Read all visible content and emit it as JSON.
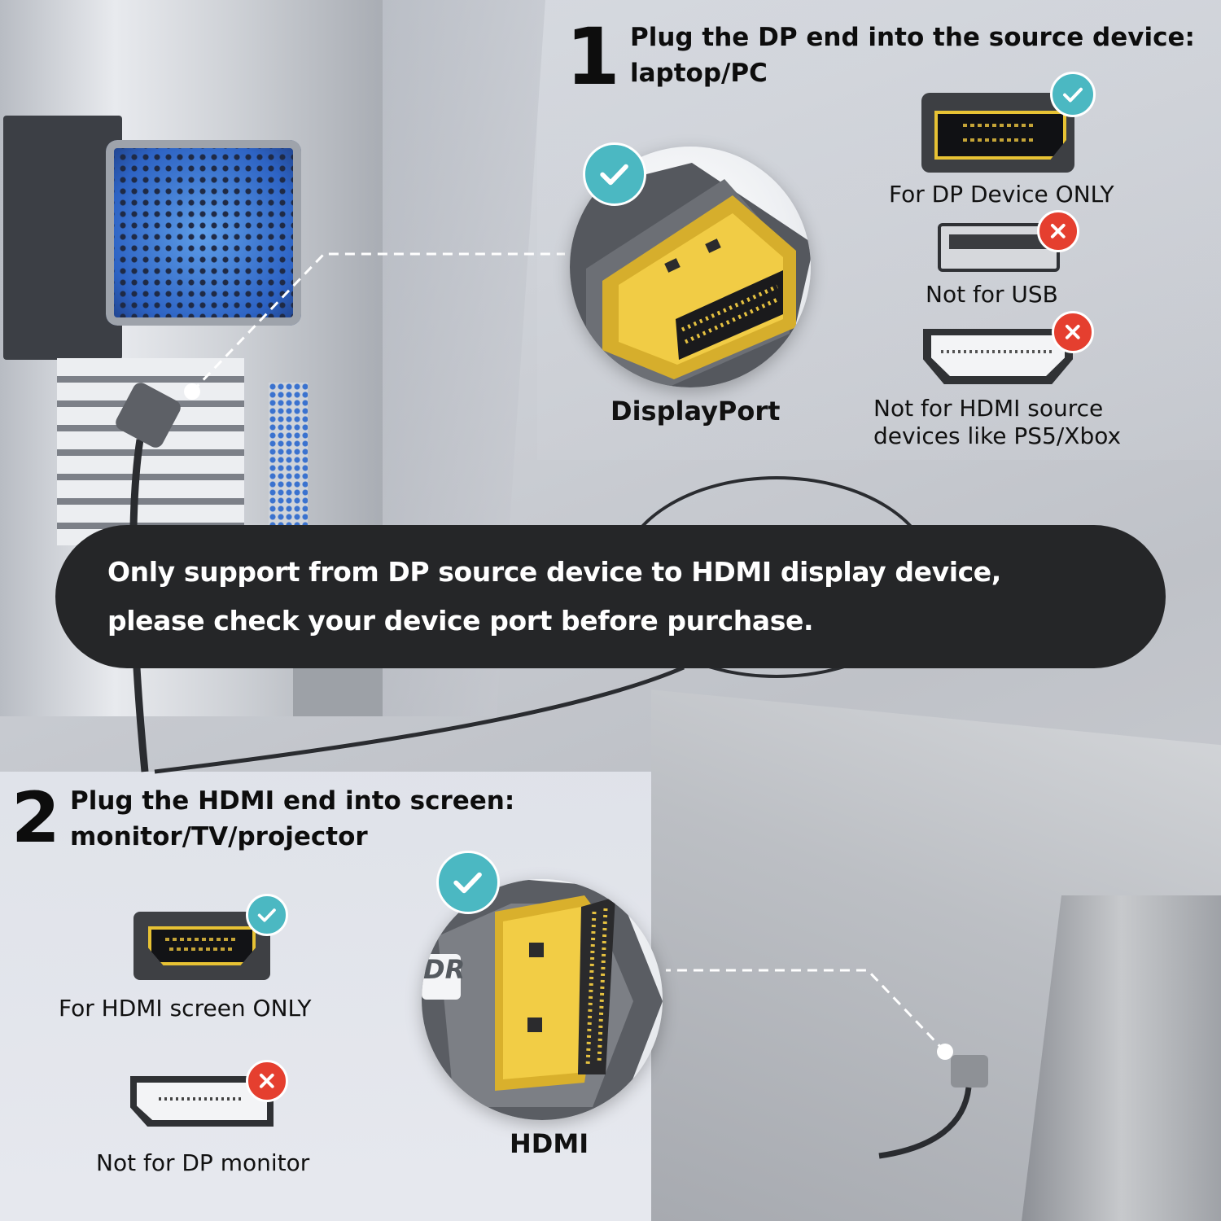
{
  "step1": {
    "number": "1",
    "title_line1": "Plug the DP end into the source device:",
    "title_line2": "laptop/PC"
  },
  "step2": {
    "number": "2",
    "title_line1": "Plug the HDMI end into screen:",
    "title_line2": "monitor/TV/projector"
  },
  "source_ports": [
    {
      "caption": "For DP Device ONLY",
      "status": "allowed",
      "icon": "displayport-port-icon"
    },
    {
      "caption": "Not for USB",
      "status": "not-allowed",
      "icon": "usb-port-icon"
    },
    {
      "caption_line1": "Not for HDMI source",
      "caption_line2": "devices like PS5/Xbox",
      "status": "not-allowed",
      "icon": "hdmi-port-icon"
    }
  ],
  "source_connector": {
    "label": "DisplayPort",
    "status": "allowed",
    "icon": "displayport-connector-icon"
  },
  "display_ports": [
    {
      "caption": "For HDMI screen ONLY",
      "status": "allowed",
      "icon": "hdmi-port-icon"
    },
    {
      "caption": "Not for DP monitor",
      "status": "not-allowed",
      "icon": "displayport-port-icon"
    }
  ],
  "display_connector": {
    "label": "HDMI",
    "status": "allowed",
    "icon": "hdmi-connector-icon",
    "logo_fragment": "DR"
  },
  "notice": {
    "line1": "Only support from DP source device to HDMI display device,",
    "line2": "please check your device port before purchase."
  },
  "colors": {
    "check_badge": "#4bb8c2",
    "cross_badge": "#e53f2f",
    "notice_bg": "#252628",
    "gold_contacts": "#e7c234",
    "fan_blue": "#2d63c4"
  }
}
